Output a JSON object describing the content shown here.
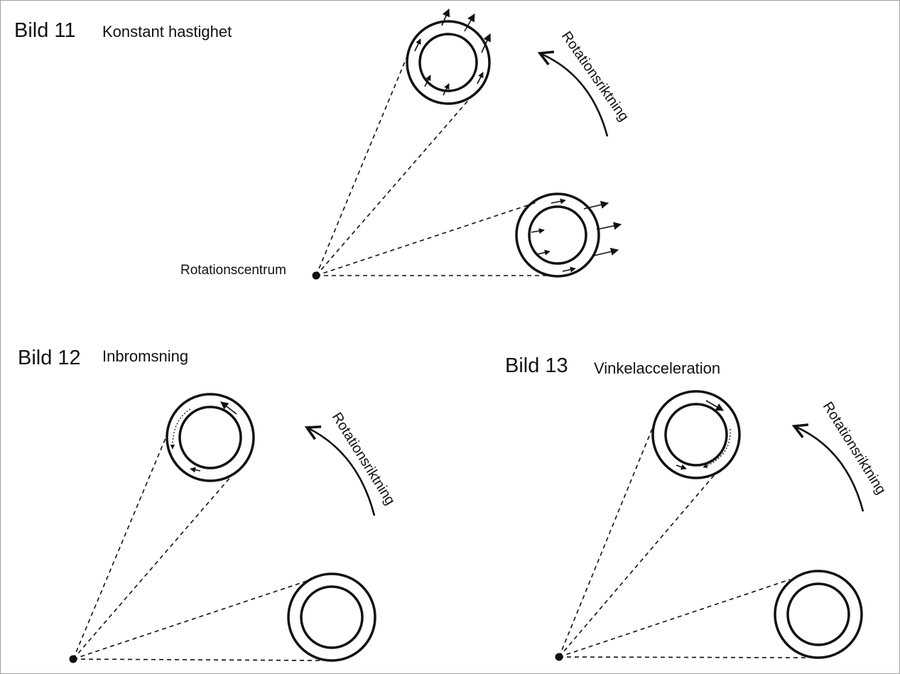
{
  "panels": [
    {
      "id": "11",
      "label": "Bild 11",
      "caption": "Konstant hastighet",
      "center_label": "Rotationscentrum",
      "direction_label": "Rotationsriktning"
    },
    {
      "id": "12",
      "label": "Bild 12",
      "caption": "Inbromsning",
      "direction_label": "Rotationsriktning"
    },
    {
      "id": "13",
      "label": "Bild 13",
      "caption": "Vinkelacceleration",
      "direction_label": "Rotationsriktning"
    }
  ],
  "colors": {
    "ink": "#111111",
    "border": "#a0a0a0",
    "background": "#ffffff"
  }
}
